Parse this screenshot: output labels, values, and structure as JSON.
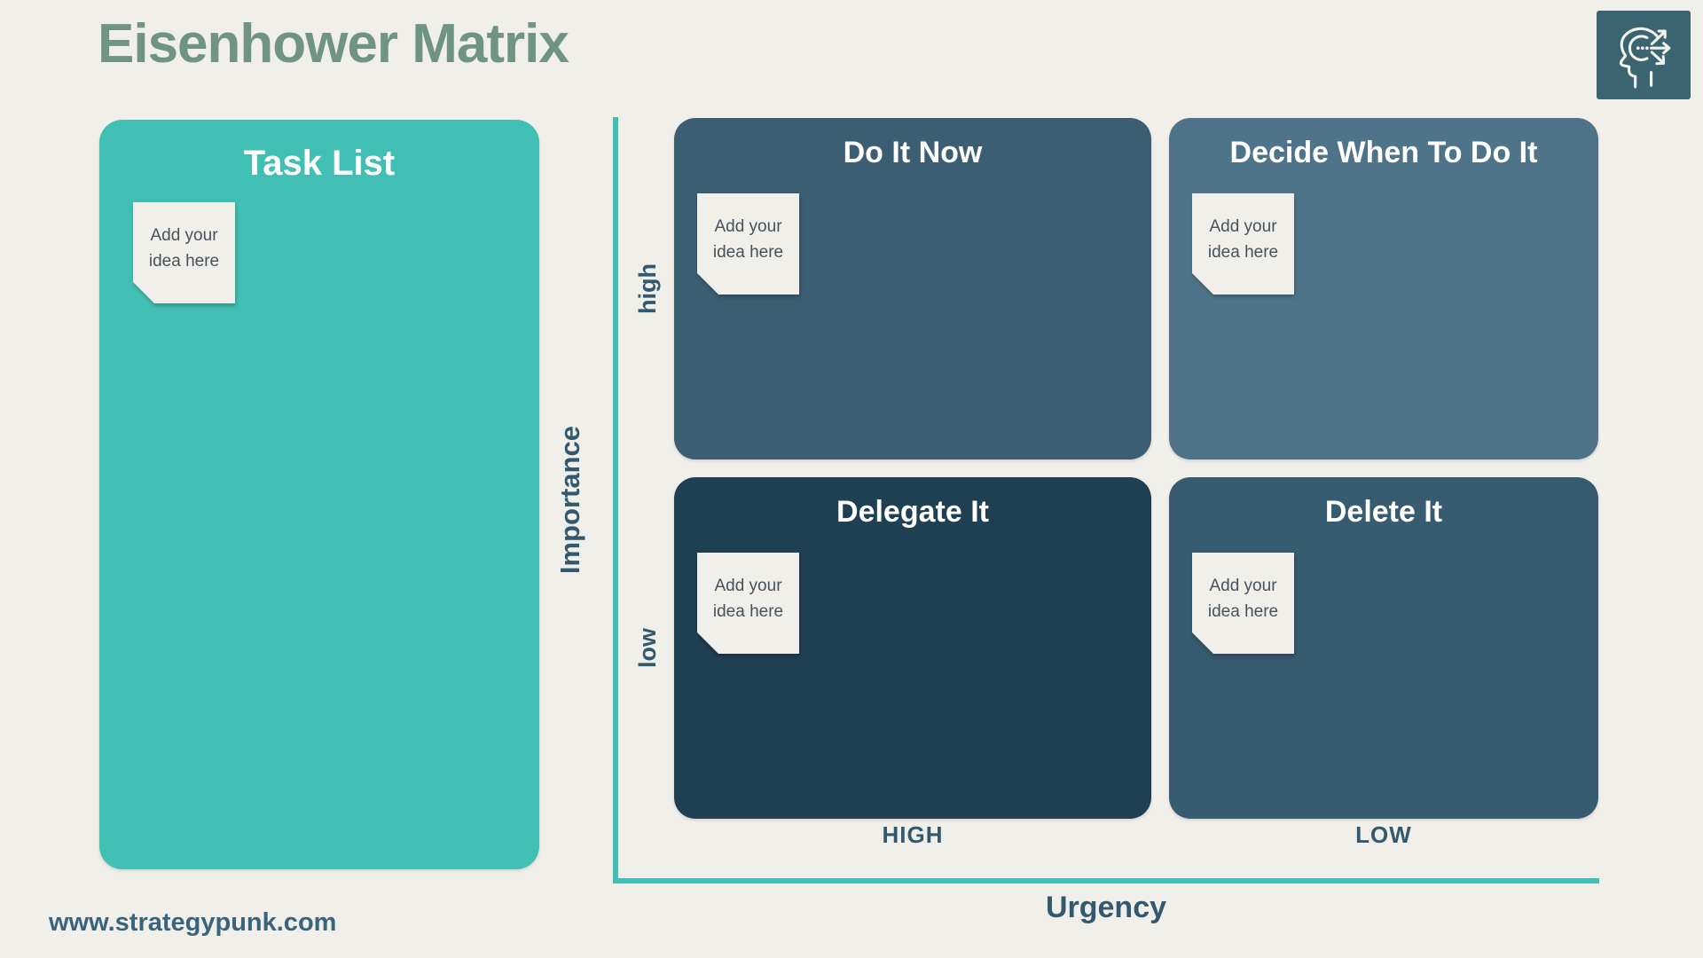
{
  "page": {
    "title": "Eisenhower Matrix",
    "footer_url": "www.strategypunk.com",
    "colors": {
      "background": "#f1efe9",
      "title_green": "#6f9485",
      "accent_teal": "#41bfb4",
      "axis_text": "#33596f",
      "note_background": "#f1efe9",
      "note_text_color": "#46525c",
      "footer_text": "#3a647c"
    }
  },
  "logo": {
    "icon": "head-with-arrows-icon",
    "background": "#3a6470"
  },
  "task_list": {
    "title": "Task List",
    "background": "#41bfb4",
    "note_text": "Add your idea here"
  },
  "matrix": {
    "axes": {
      "y_title": "Importance",
      "y_high": "high",
      "y_low": "low",
      "x_title": "Urgency",
      "x_high": "HIGH",
      "x_low": "LOW",
      "line_color": "#41bfb4"
    },
    "quadrants": [
      {
        "id": "do-it-now",
        "title": "Do It Now",
        "background": "#3b5e72",
        "note_text": "Add your idea here"
      },
      {
        "id": "decide",
        "title": "Decide When To Do It",
        "background": "#4f7489",
        "note_text": "Add your idea here"
      },
      {
        "id": "delegate",
        "title": "Delegate It",
        "background": "#1f3f52",
        "note_text": "Add your idea here"
      },
      {
        "id": "delete",
        "title": "Delete It",
        "background": "#375b6f",
        "note_text": "Add your idea here"
      }
    ]
  }
}
